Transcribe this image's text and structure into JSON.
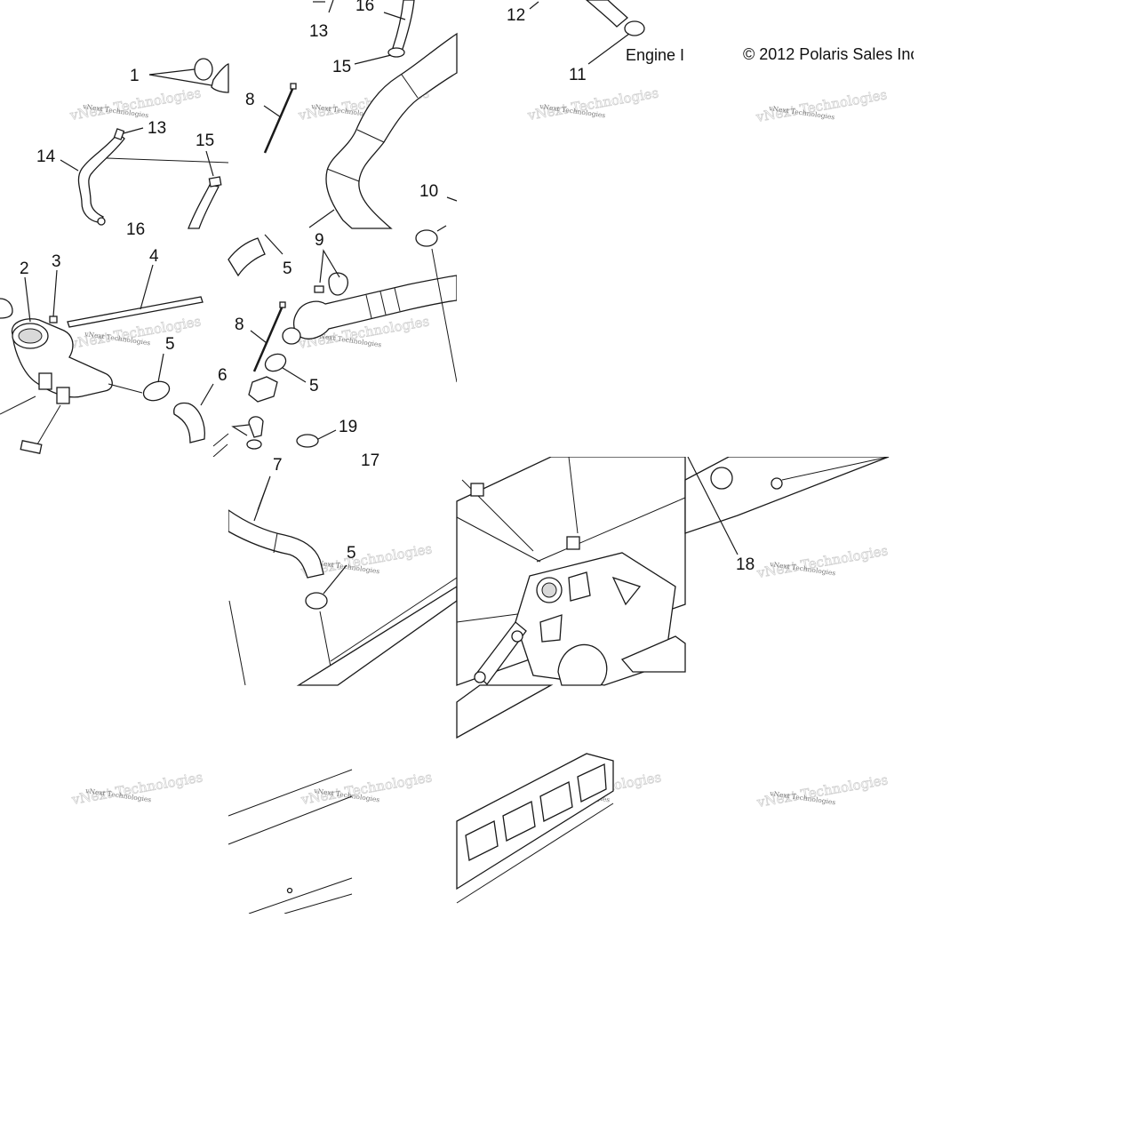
{
  "diagram": {
    "engine_label": "Engine I",
    "copyright": "© 2012 Polaris Sales Inc",
    "watermark": "vNext Technologies",
    "callouts": {
      "c1": "1",
      "c2": "2",
      "c3": "3",
      "c4": "4",
      "c5a": "5",
      "c5b": "5",
      "c5c": "5",
      "c5d": "5",
      "c6": "6",
      "c7": "7",
      "c8a": "8",
      "c8b": "8",
      "c9": "9",
      "c10": "10",
      "c11": "11",
      "c12": "12",
      "c13a": "13",
      "c13b": "13",
      "c14": "14",
      "c15a": "15",
      "c15b": "15",
      "c16a": "16",
      "c16b": "16",
      "c17": "17",
      "c18": "18",
      "c19": "19"
    },
    "colors": {
      "ink": "#1a1a1a",
      "shade": "#d9d9d9",
      "background": "#ffffff"
    }
  }
}
